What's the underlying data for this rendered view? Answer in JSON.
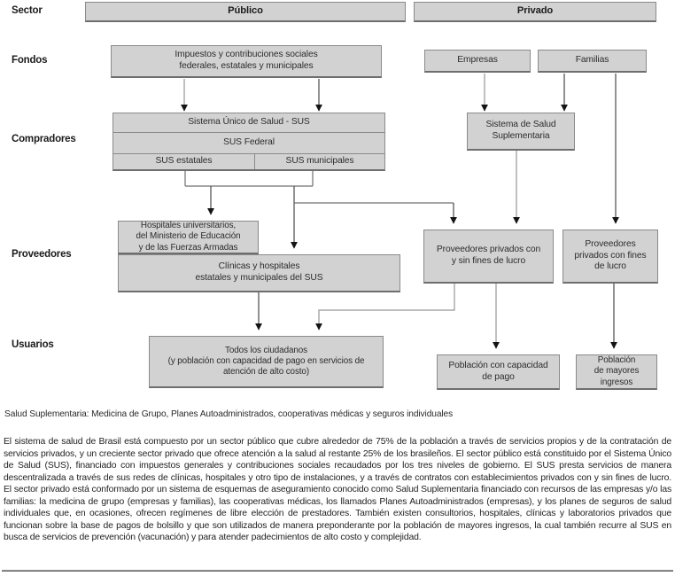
{
  "row_labels": {
    "sector": "Sector",
    "fondos": "Fondos",
    "compradores": "Compradores",
    "proveedores": "Proveedores",
    "usuarios": "Usuarios"
  },
  "sectors": {
    "publico": "Público",
    "privado": "Privado"
  },
  "boxes": {
    "impuestos": "Impuestos y contribuciones sociales\nfederales, estatales y municipales",
    "empresas": "Empresas",
    "familias": "Familias",
    "sus_titulo": "Sistema Único de Salud - SUS",
    "sus_federal": "SUS Federal",
    "sus_estatales": "SUS estatales",
    "sus_municipales": "SUS municipales",
    "salud_suplementaria": "Sistema de Salud\nSuplementaria",
    "hospitales": "Hospitales universitarios,\ndel Ministerio de Educación\ny de las Fuerzas Armadas",
    "clinicas": "Clínicas y hospitales\nestatales y municipales del SUS",
    "proveedores_mixtos": "Proveedores privados con\ny sin fines de lucro",
    "proveedores_lucro": "Proveedores\nprivados con fines\nde lucro",
    "todos_ciudadanos": "Todos los ciudadanos\n(y población con capacidad de pago en servicios de\natención de alto costo)",
    "poblacion_pago": "Población con capacidad\nde pago",
    "poblacion_ingresos": "Población\nde mayores\ningresos"
  },
  "footnote": "Salud Suplementaria: Medicina de Grupo, Planes Autoadministrados, cooperativas médicas y seguros individuales",
  "paragraph": "El sistema de salud de Brasil está compuesto por un sector público que cubre alrededor de 75% de la población a través de servicios propios y de la contratación de servicios privados, y un creciente sector privado que ofrece atención a la salud al restante 25% de los brasileños. El sector público está constituido por el Sistema Único de Salud (SUS), financiado con impuestos generales y contribuciones sociales recaudados por los tres niveles de gobierno. El SUS presta servicios de manera descentralizada a través de sus redes de clínicas, hospitales y otro tipo de instalaciones, y a través de contratos con establecimientos privados con y sin fines de lucro. El sector privado está conformado por un sistema de esquemas de aseguramiento conocido como Salud Suplementaria financiado con recursos de las empresas y/o las familias: la medicina de grupo (empresas y familias), las cooperativas médicas, los llamados Planes Autoadministrados (empresas), y los planes de seguros de salud individuales que, en ocasiones, ofrecen regímenes de libre elección de prestadores. También existen consultorios, hospitales, clínicas y laboratorios privados  que funcionan sobre la base de pagos de bolsillo y que son utilizados de manera preponderante por la población de mayores ingresos, la cual también recurre al SUS en busca de servicios de prevención (vacunación) y para atender padecimientos de alto costo y complejidad.",
  "colors": {
    "box_fill": "#d2d2d3",
    "box_border": "#8a8a8a",
    "line_dark": "#4a4a4a",
    "line_light": "#969696"
  }
}
